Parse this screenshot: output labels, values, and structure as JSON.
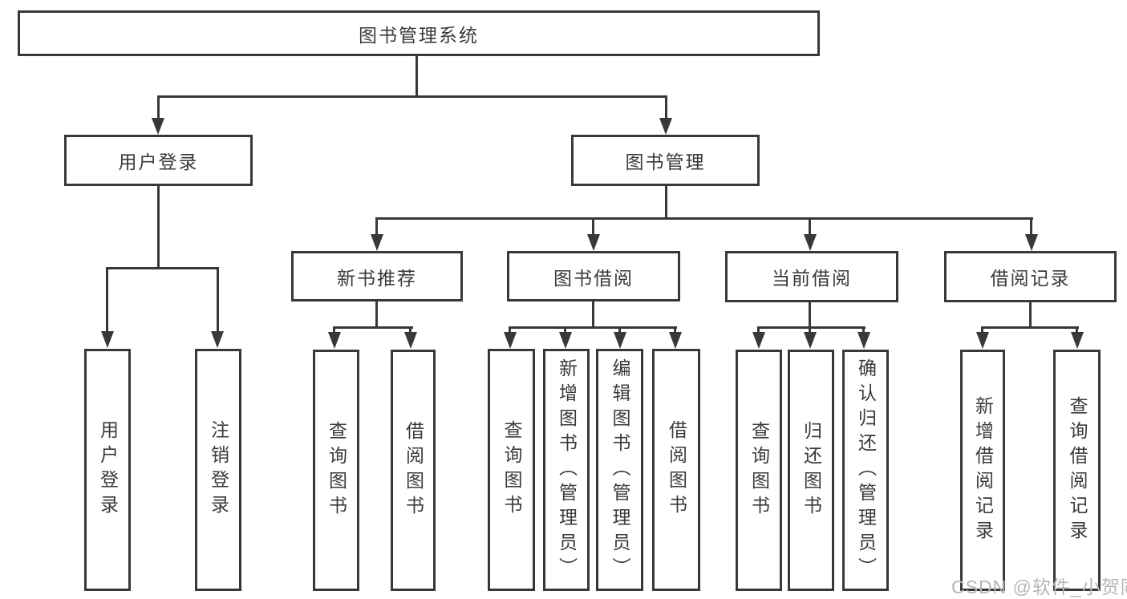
{
  "diagram": {
    "title": "图书管理系统",
    "level2": {
      "user_login": "用户登录",
      "book_mgmt": "图书管理"
    },
    "level3": {
      "new_book_rec": "新书推荐",
      "book_borrow": "图书借阅",
      "current_borrow": "当前借阅",
      "borrow_records": "借阅记录"
    },
    "leaves": {
      "user_login": "用户登录",
      "logout": "注销登录",
      "rec_query_books": "查询图书",
      "rec_borrow_books": "借阅图书",
      "bb_query_books": "查询图书",
      "bb_add_books": "新增图书（管理员）",
      "bb_edit_books": "编辑图书（管理员）",
      "bb_borrow_books": "借阅图书",
      "cb_query_books": "查询图书",
      "cb_return_books": "归还图书",
      "cb_confirm_return": "确认归还（管理员）",
      "br_add_record": "新增借阅记录",
      "br_query_record": "查询借阅记录"
    },
    "watermark": "CSDN @软件_小贺同学",
    "colors": {
      "line": "#383838",
      "text": "#3a3a3a",
      "background": "#ffffff",
      "watermark": "#b6b6b6"
    }
  }
}
